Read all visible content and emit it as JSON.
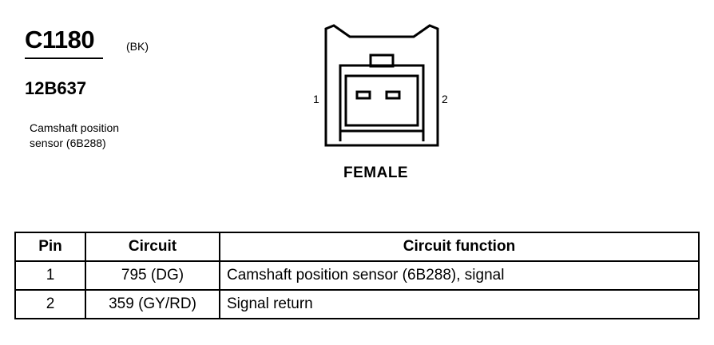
{
  "connector": {
    "id": "C1180",
    "color_code": "(BK)",
    "part_number": "12B637",
    "description_line1": "Camshaft position",
    "description_line2": "sensor (6B288)"
  },
  "diagram": {
    "pin_left_label": "1",
    "pin_right_label": "2",
    "view_label": "FEMALE"
  },
  "table": {
    "headers": {
      "pin": "Pin",
      "circuit": "Circuit",
      "function": "Circuit function"
    },
    "rows": [
      {
        "pin": "1",
        "circuit": "795 (DG)",
        "function": "Camshaft position sensor (6B288), signal"
      },
      {
        "pin": "2",
        "circuit": "359 (GY/RD)",
        "function": "Signal return"
      }
    ]
  }
}
